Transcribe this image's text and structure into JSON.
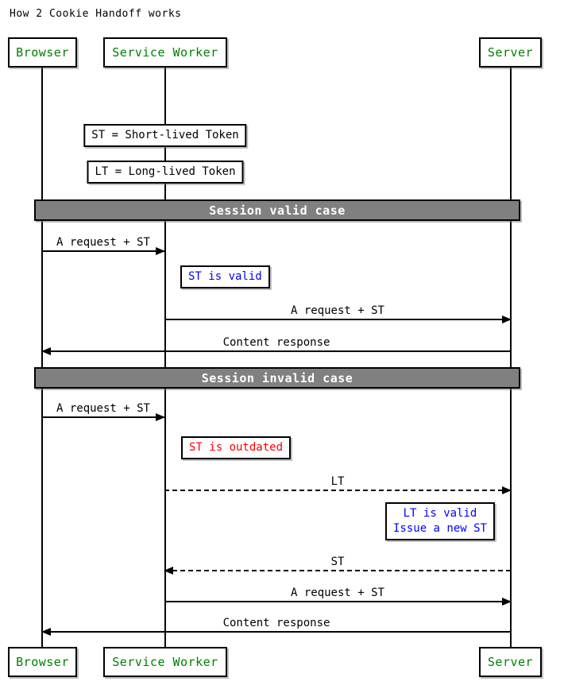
{
  "title": "How 2 Cookie Handoff works",
  "actors": {
    "browser": "Browser",
    "service_worker": "Service Worker",
    "server": "Server"
  },
  "notes": {
    "st_def": "ST = Short-lived Token",
    "lt_def": "LT = Long-lived Token",
    "st_valid": "ST is valid",
    "st_outdated": "ST is outdated",
    "lt_valid_line1": "LT is valid",
    "lt_valid_line2": "Issue a new ST"
  },
  "sections": {
    "valid": "Session valid case",
    "invalid": "Session invalid case"
  },
  "messages": {
    "m1_browser_to_sw": "A request + ST",
    "m2_sw_to_server": "A request + ST",
    "m3_server_to_browser": "Content response",
    "m4_browser_to_sw": "A request + ST",
    "m5_sw_to_server_lt": "LT",
    "m6_server_to_sw_st": "ST",
    "m7_sw_to_server": "A request + ST",
    "m8_server_to_browser": "Content response"
  },
  "colors": {
    "actor_text": "#008000",
    "note_blue": "#0000ff",
    "note_red": "#ff0000",
    "section_bg": "#808080",
    "section_text": "#ffffff",
    "line": "#000000",
    "background": "#ffffff"
  }
}
